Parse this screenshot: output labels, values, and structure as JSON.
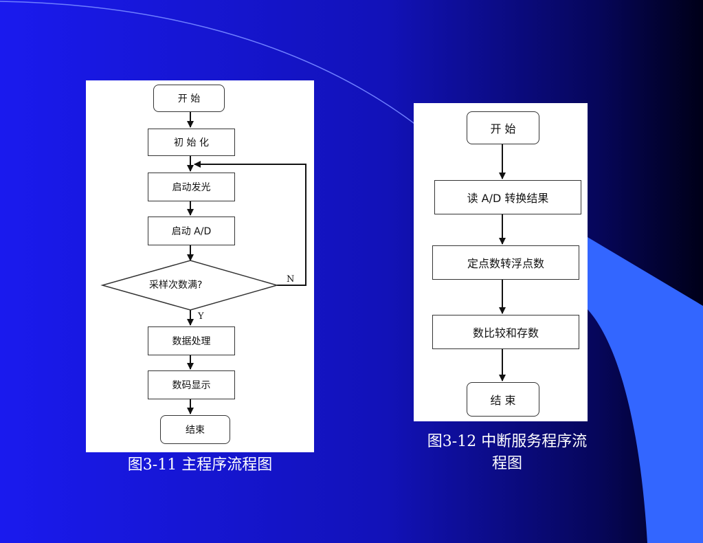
{
  "left_flow": {
    "caption": "图3-11  主程序流程图",
    "start": "开   始",
    "init": "初 始 化",
    "light": "启动发光",
    "ad": "启动 A/D",
    "decision": "采样次数满?",
    "no_label": "N",
    "yes_label": "Y",
    "process": "数据处理",
    "display": "数码显示",
    "end": "结束"
  },
  "right_flow": {
    "caption_line1": "图3-12  中断服务程序流",
    "caption_line2": "程图",
    "start": "开   始",
    "read": "读 A/D 转换结果",
    "convert": "定点数转浮点数",
    "compare": "数比较和存数",
    "end": "结   束"
  },
  "colors": {
    "background_blue": "#1a1aee",
    "background_dark": "#000018",
    "accent_blue": "#3366ff"
  }
}
